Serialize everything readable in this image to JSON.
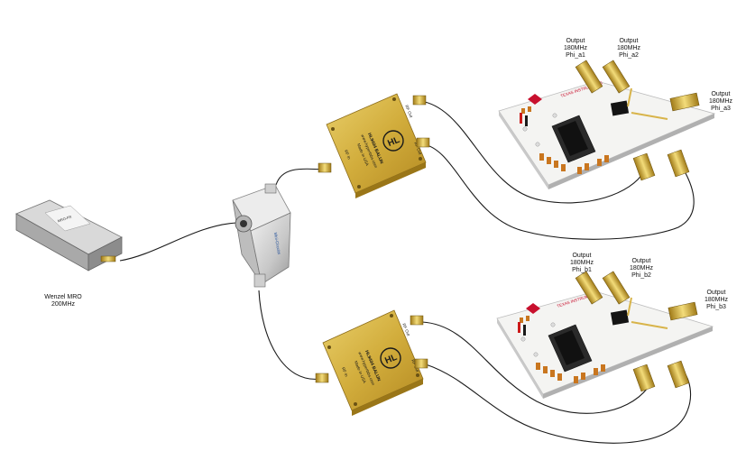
{
  "oscillator": {
    "line1": "Wenzel MRO",
    "line2": "200MHz",
    "panel_text": "MRO-FR"
  },
  "splitter_label": "Mini-Circuits",
  "baluns": [
    {
      "name": "HL9404 BALUN",
      "site": "www.hyperlabs.com",
      "origin": "Made in USA",
      "rf_in": "RF In",
      "rf_out1": "RF Out",
      "rf_out2": "RF Out"
    },
    {
      "name": "HL9404 BALUN",
      "site": "www.hyperlabs.com",
      "origin": "Made in USA",
      "rf_in": "RF In",
      "rf_out1": "RF Out",
      "rf_out2": "RF Out"
    }
  ],
  "boards": [
    {
      "maker": "TEXAS INSTRUMENTS"
    },
    {
      "maker": "TEXAS INSTRUMENTS"
    }
  ],
  "outputs": [
    {
      "line1": "Output",
      "line2": "180MHz",
      "line3": "Phi_a1"
    },
    {
      "line1": "Output",
      "line2": "180MHz",
      "line3": "Phi_a2"
    },
    {
      "line1": "Output",
      "line2": "180MHz",
      "line3": "Phi_a3"
    },
    {
      "line1": "Output",
      "line2": "180MHz",
      "line3": "Phi_b1"
    },
    {
      "line1": "Output",
      "line2": "180MHz",
      "line3": "Phi_b2"
    },
    {
      "line1": "Output",
      "line2": "180MHz",
      "line3": "Phi_b3"
    }
  ]
}
